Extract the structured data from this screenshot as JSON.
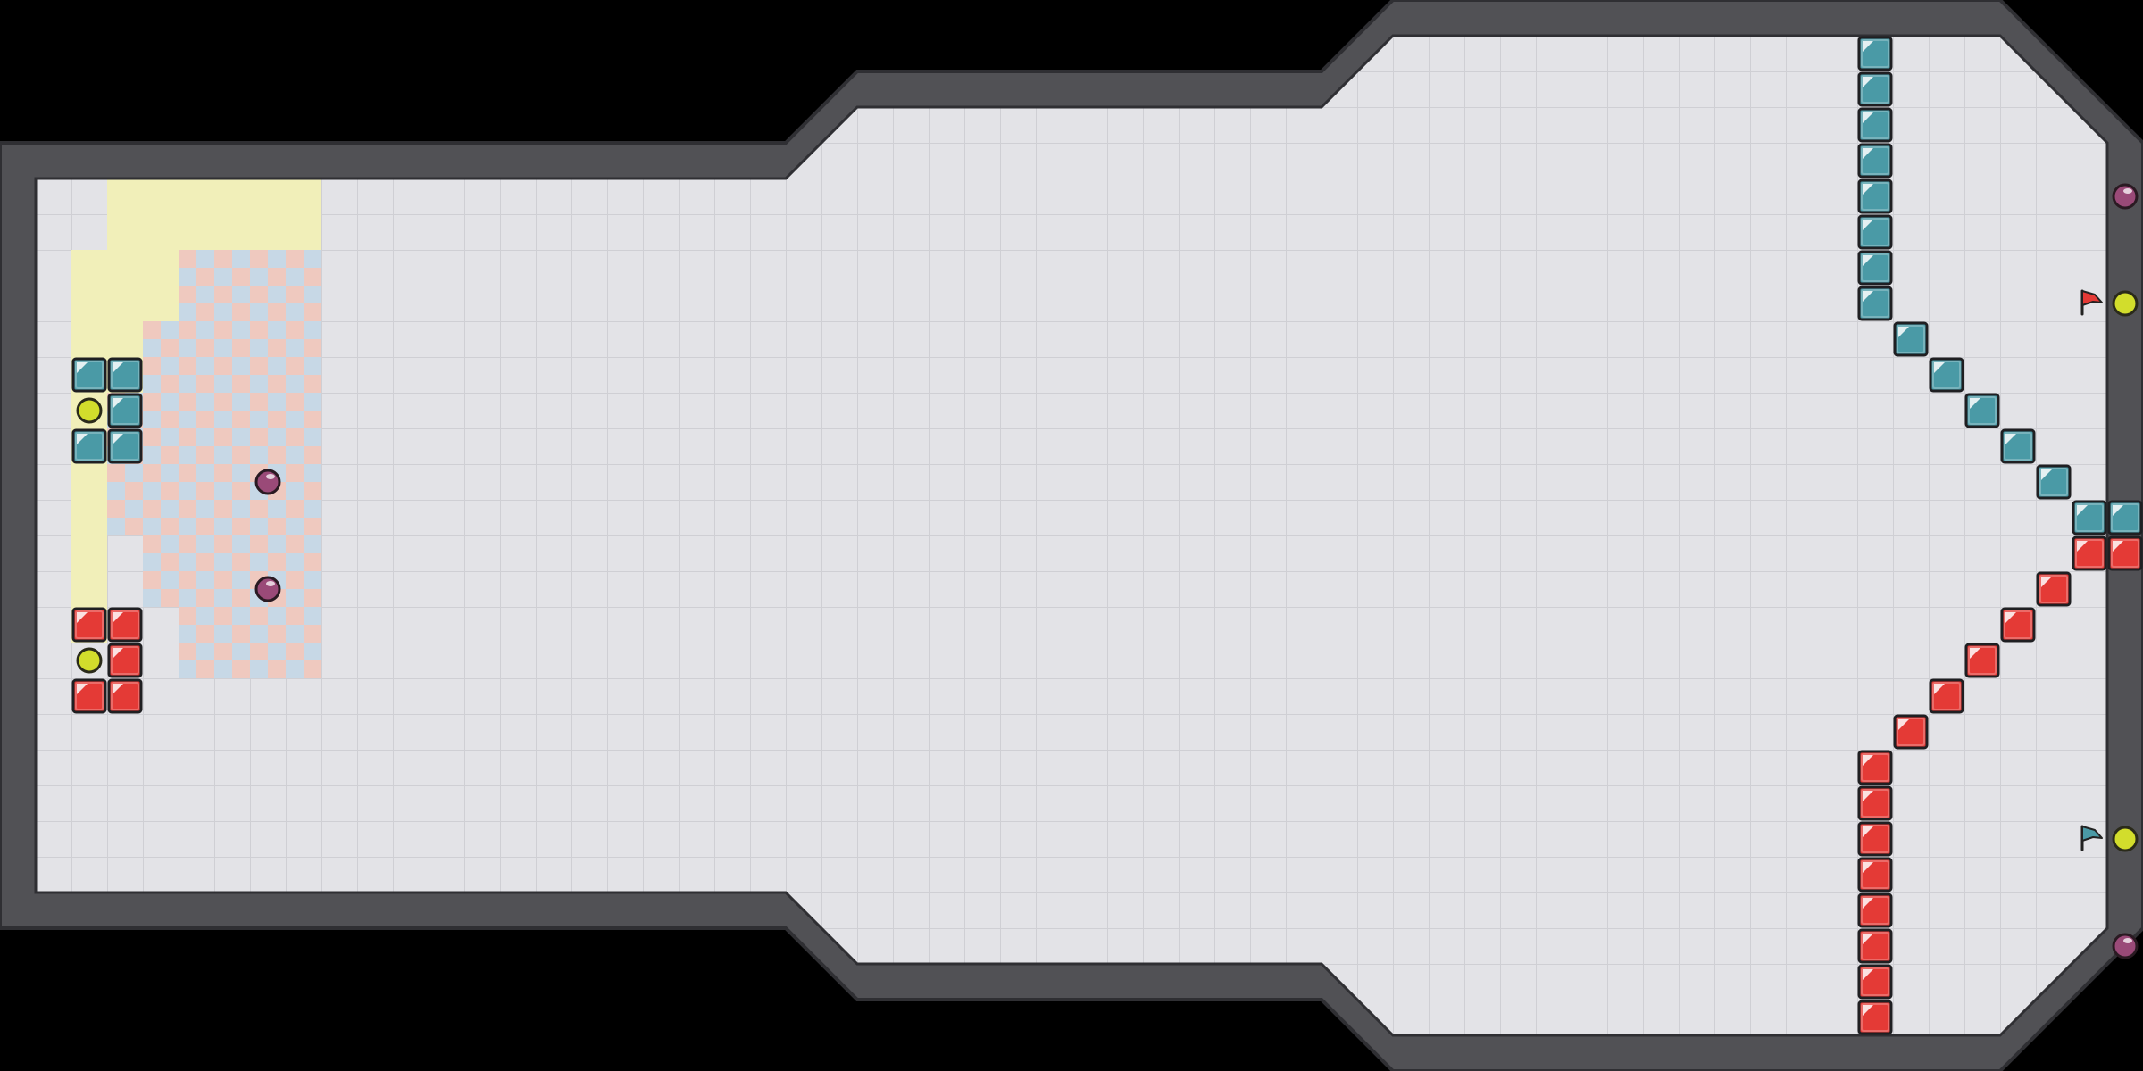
{
  "colors": {
    "background": "#000000",
    "floor": "#e3e3e7",
    "grid_line": "#cfcfd4",
    "wall_fill": "#515155",
    "wall_stroke": "#2f2f33",
    "zone_yellow": "#f1efb9",
    "check_red": "#efc9bf",
    "check_blue": "#c7d8e6",
    "team_blue": "#4a9aa6",
    "team_red": "#e43a36",
    "ball_yellow": "#d2dd2c",
    "bomb_purple": "#9a4a78"
  },
  "icons": {
    "teal_tile": "blue-team-block-icon",
    "red_tile": "red-team-block-icon",
    "yellow_ball": "neutral-ball-icon",
    "purple_bomb": "bomb-icon",
    "red_flag": "red-flag-icon",
    "blue_flag": "blue-flag-icon"
  },
  "objects": {
    "teal_tiles": [
      [
        51,
        0
      ],
      [
        51,
        1
      ],
      [
        51,
        2
      ],
      [
        51,
        3
      ],
      [
        51,
        4
      ],
      [
        51,
        5
      ],
      [
        51,
        6
      ],
      [
        51,
        7
      ],
      [
        52,
        8
      ],
      [
        53,
        9
      ],
      [
        54,
        10
      ],
      [
        55,
        11
      ],
      [
        56,
        12
      ],
      [
        57,
        13
      ],
      [
        58,
        13
      ],
      [
        1,
        9
      ],
      [
        2,
        9
      ],
      [
        2,
        10
      ],
      [
        1,
        11
      ],
      [
        2,
        11
      ]
    ],
    "red_tiles": [
      [
        57,
        14
      ],
      [
        58,
        14
      ],
      [
        56,
        15
      ],
      [
        55,
        16
      ],
      [
        54,
        17
      ],
      [
        53,
        18
      ],
      [
        52,
        19
      ],
      [
        51,
        20
      ],
      [
        51,
        21
      ],
      [
        51,
        22
      ],
      [
        51,
        23
      ],
      [
        51,
        24
      ],
      [
        51,
        25
      ],
      [
        51,
        26
      ],
      [
        51,
        27
      ],
      [
        1,
        16
      ],
      [
        2,
        16
      ],
      [
        2,
        17
      ],
      [
        1,
        18
      ],
      [
        2,
        18
      ]
    ],
    "balls": [
      [
        58,
        7
      ],
      [
        58,
        22
      ],
      [
        1,
        10
      ],
      [
        1,
        17
      ]
    ],
    "bombs": [
      [
        58,
        4
      ],
      [
        58,
        25
      ],
      [
        6,
        12
      ],
      [
        6,
        15
      ]
    ],
    "red_flag": [
      57,
      7
    ],
    "blue_flag": [
      57,
      22
    ]
  }
}
